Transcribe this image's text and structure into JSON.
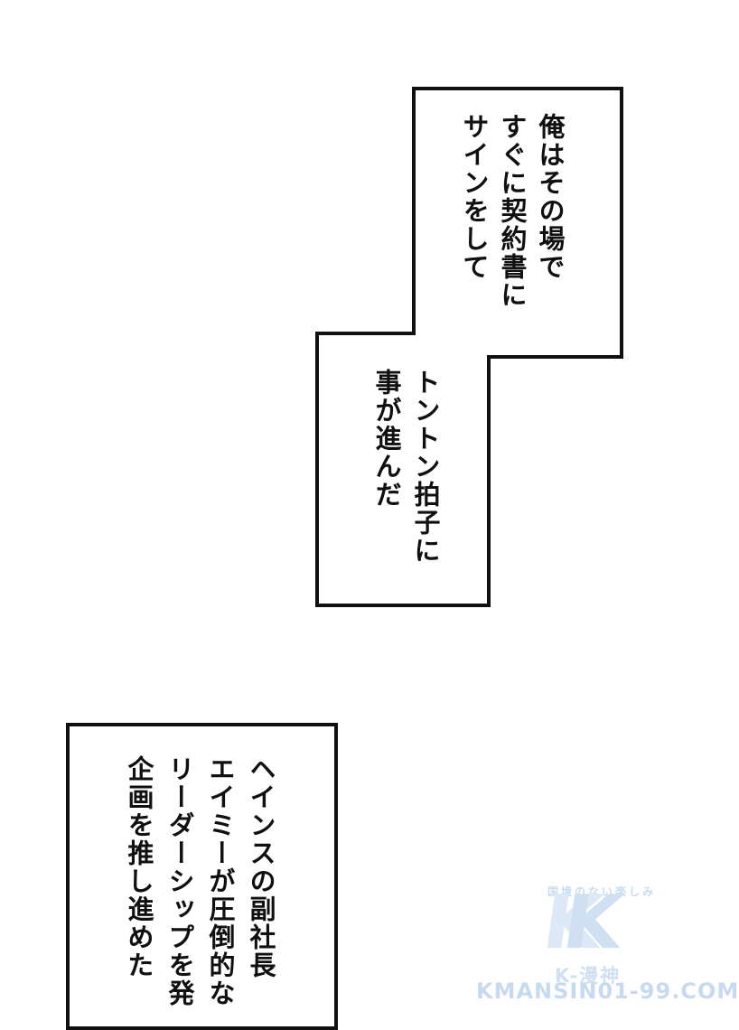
{
  "page": {
    "background": "#ffffff",
    "panel_border_color": "#101010",
    "text_color": "#101010"
  },
  "bubbles": [
    {
      "id": "bubble-top",
      "lines": [
        "俺はその場で",
        "すぐに契約書に",
        "サインをして"
      ]
    },
    {
      "id": "bubble-middle",
      "lines": [
        "トントン拍子に",
        "事が進んだ"
      ]
    },
    {
      "id": "bubble-bottom",
      "lines": [
        "ヘインスの副社長",
        "エイミーが圧倒的な",
        "リーダーシップを発",
        "企画を推し進めた"
      ]
    }
  ],
  "watermark": {
    "slogan": "国境のない楽しみ",
    "logo_letter": "K",
    "brand": "K-漫神",
    "domain": "KMANSIN01-99.COM",
    "logo_color": "#cfe0f2",
    "domain_color": "#c6dbef"
  }
}
